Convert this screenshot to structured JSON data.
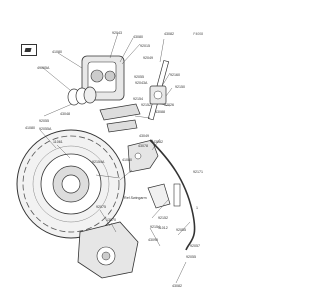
{
  "diagram": {
    "code": "F4008",
    "icon": "front-arrow-icon",
    "reference": "Ref.Swingarm",
    "part_numbers": [
      "92043",
      "43080",
      "49065A",
      "41080",
      "92015",
      "92049",
      "43082",
      "92055",
      "92055A",
      "92154",
      "92043A",
      "43048",
      "43049",
      "41080",
      "92152",
      "92055",
      "92026",
      "43078",
      "43088",
      "41080",
      "92150",
      "92160",
      "11061",
      "43082",
      "92154A",
      "92075",
      "92171",
      "92055",
      "92154",
      "13070",
      "11012",
      "92057",
      "92152",
      "92055",
      "43095",
      "43082",
      "1"
    ]
  }
}
